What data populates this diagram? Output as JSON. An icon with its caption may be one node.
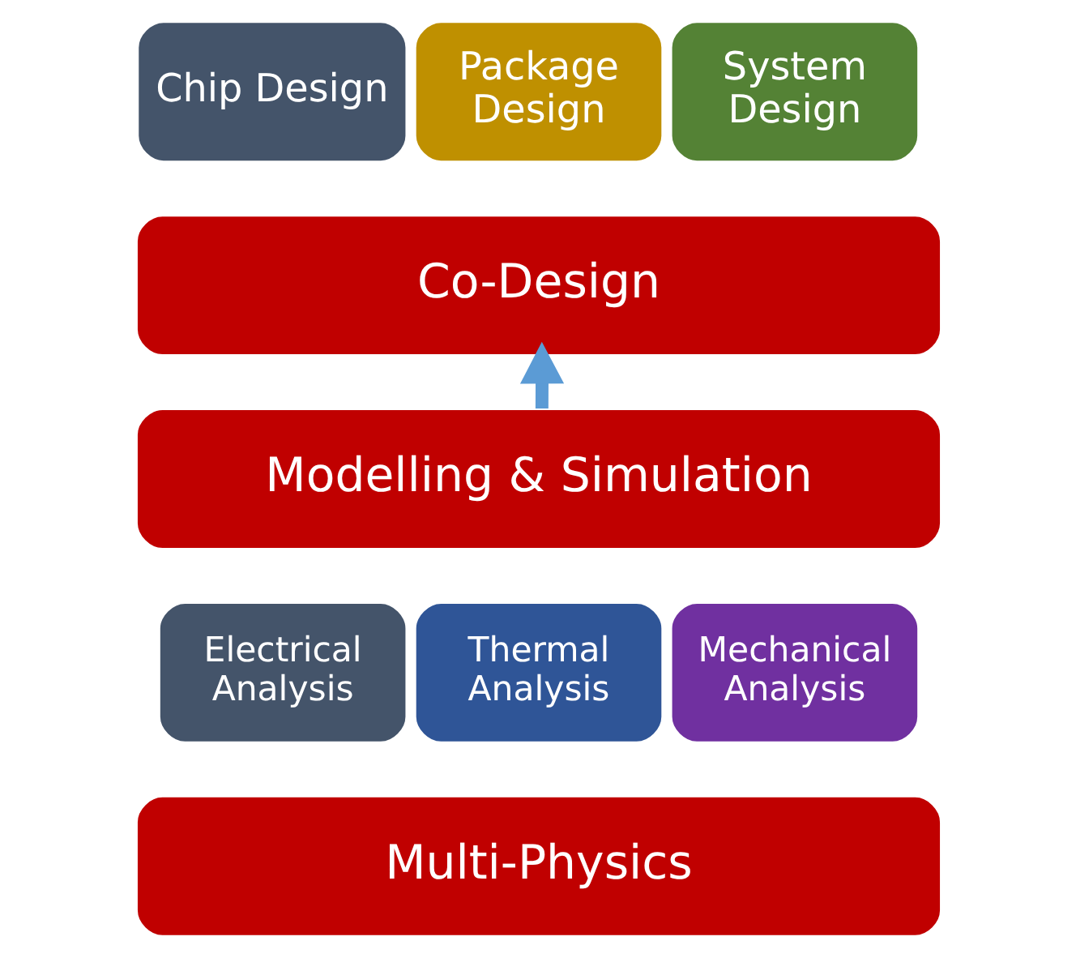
{
  "diagram": {
    "nodes": [
      {
        "text": [
          "Chip Design"
        ]
      },
      {
        "text": [
          "Package Design"
        ]
      },
      {
        "text": [
          "System Design"
        ]
      },
      {
        "text": [
          "Co-Design"
        ]
      },
      {
        "text": [
          "Modelling & Simulation"
        ]
      },
      {
        "text": [
          "Electrical Analysis"
        ]
      },
      {
        "text": [
          "Thermal Analysis"
        ]
      },
      {
        "text": [
          "Mechanical Analysis"
        ]
      },
      {
        "text": [
          "Multi-Physics"
        ]
      }
    ],
    "edges": [
      {
        "from": 4,
        "to": 3,
        "arrow": "to"
      }
    ]
  }
}
